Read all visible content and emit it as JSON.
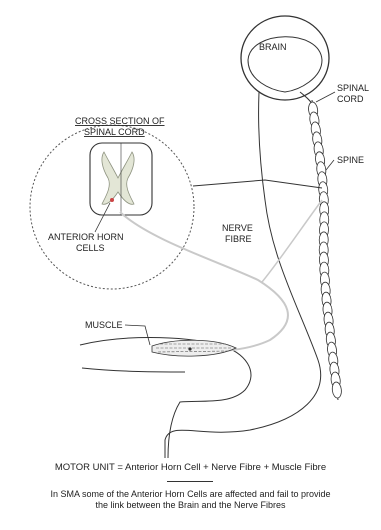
{
  "labels": {
    "brain": "BRAIN",
    "spinal_cord_line1": "SPINAL",
    "spinal_cord_line2": "CORD",
    "spine": "SPINE",
    "cross_section_line1": "CROSS SECTION OF",
    "cross_section_line2": "SPINAL CORD",
    "nerve_fibre_line1": "NERVE",
    "nerve_fibre_line2": "FIBRE",
    "anterior_horn_line1": "ANTERIOR HORN",
    "anterior_horn_line2": "CELLS",
    "muscle": "MUSCLE"
  },
  "captions": {
    "motor_unit": "MOTOR UNIT = Anterior Horn Cell + Nerve Fibre + Muscle Fibre",
    "sma_line1": "In SMA some of the Anterior Horn Cells are affected and fail to provide",
    "sma_line2": "the link between the Brain and the Nerve Fibres"
  },
  "colors": {
    "line": "#333333",
    "grey_matter": "#e3e6d6",
    "nerve_fibre": "#c9c9c9",
    "cell_marker": "#cc4444"
  }
}
